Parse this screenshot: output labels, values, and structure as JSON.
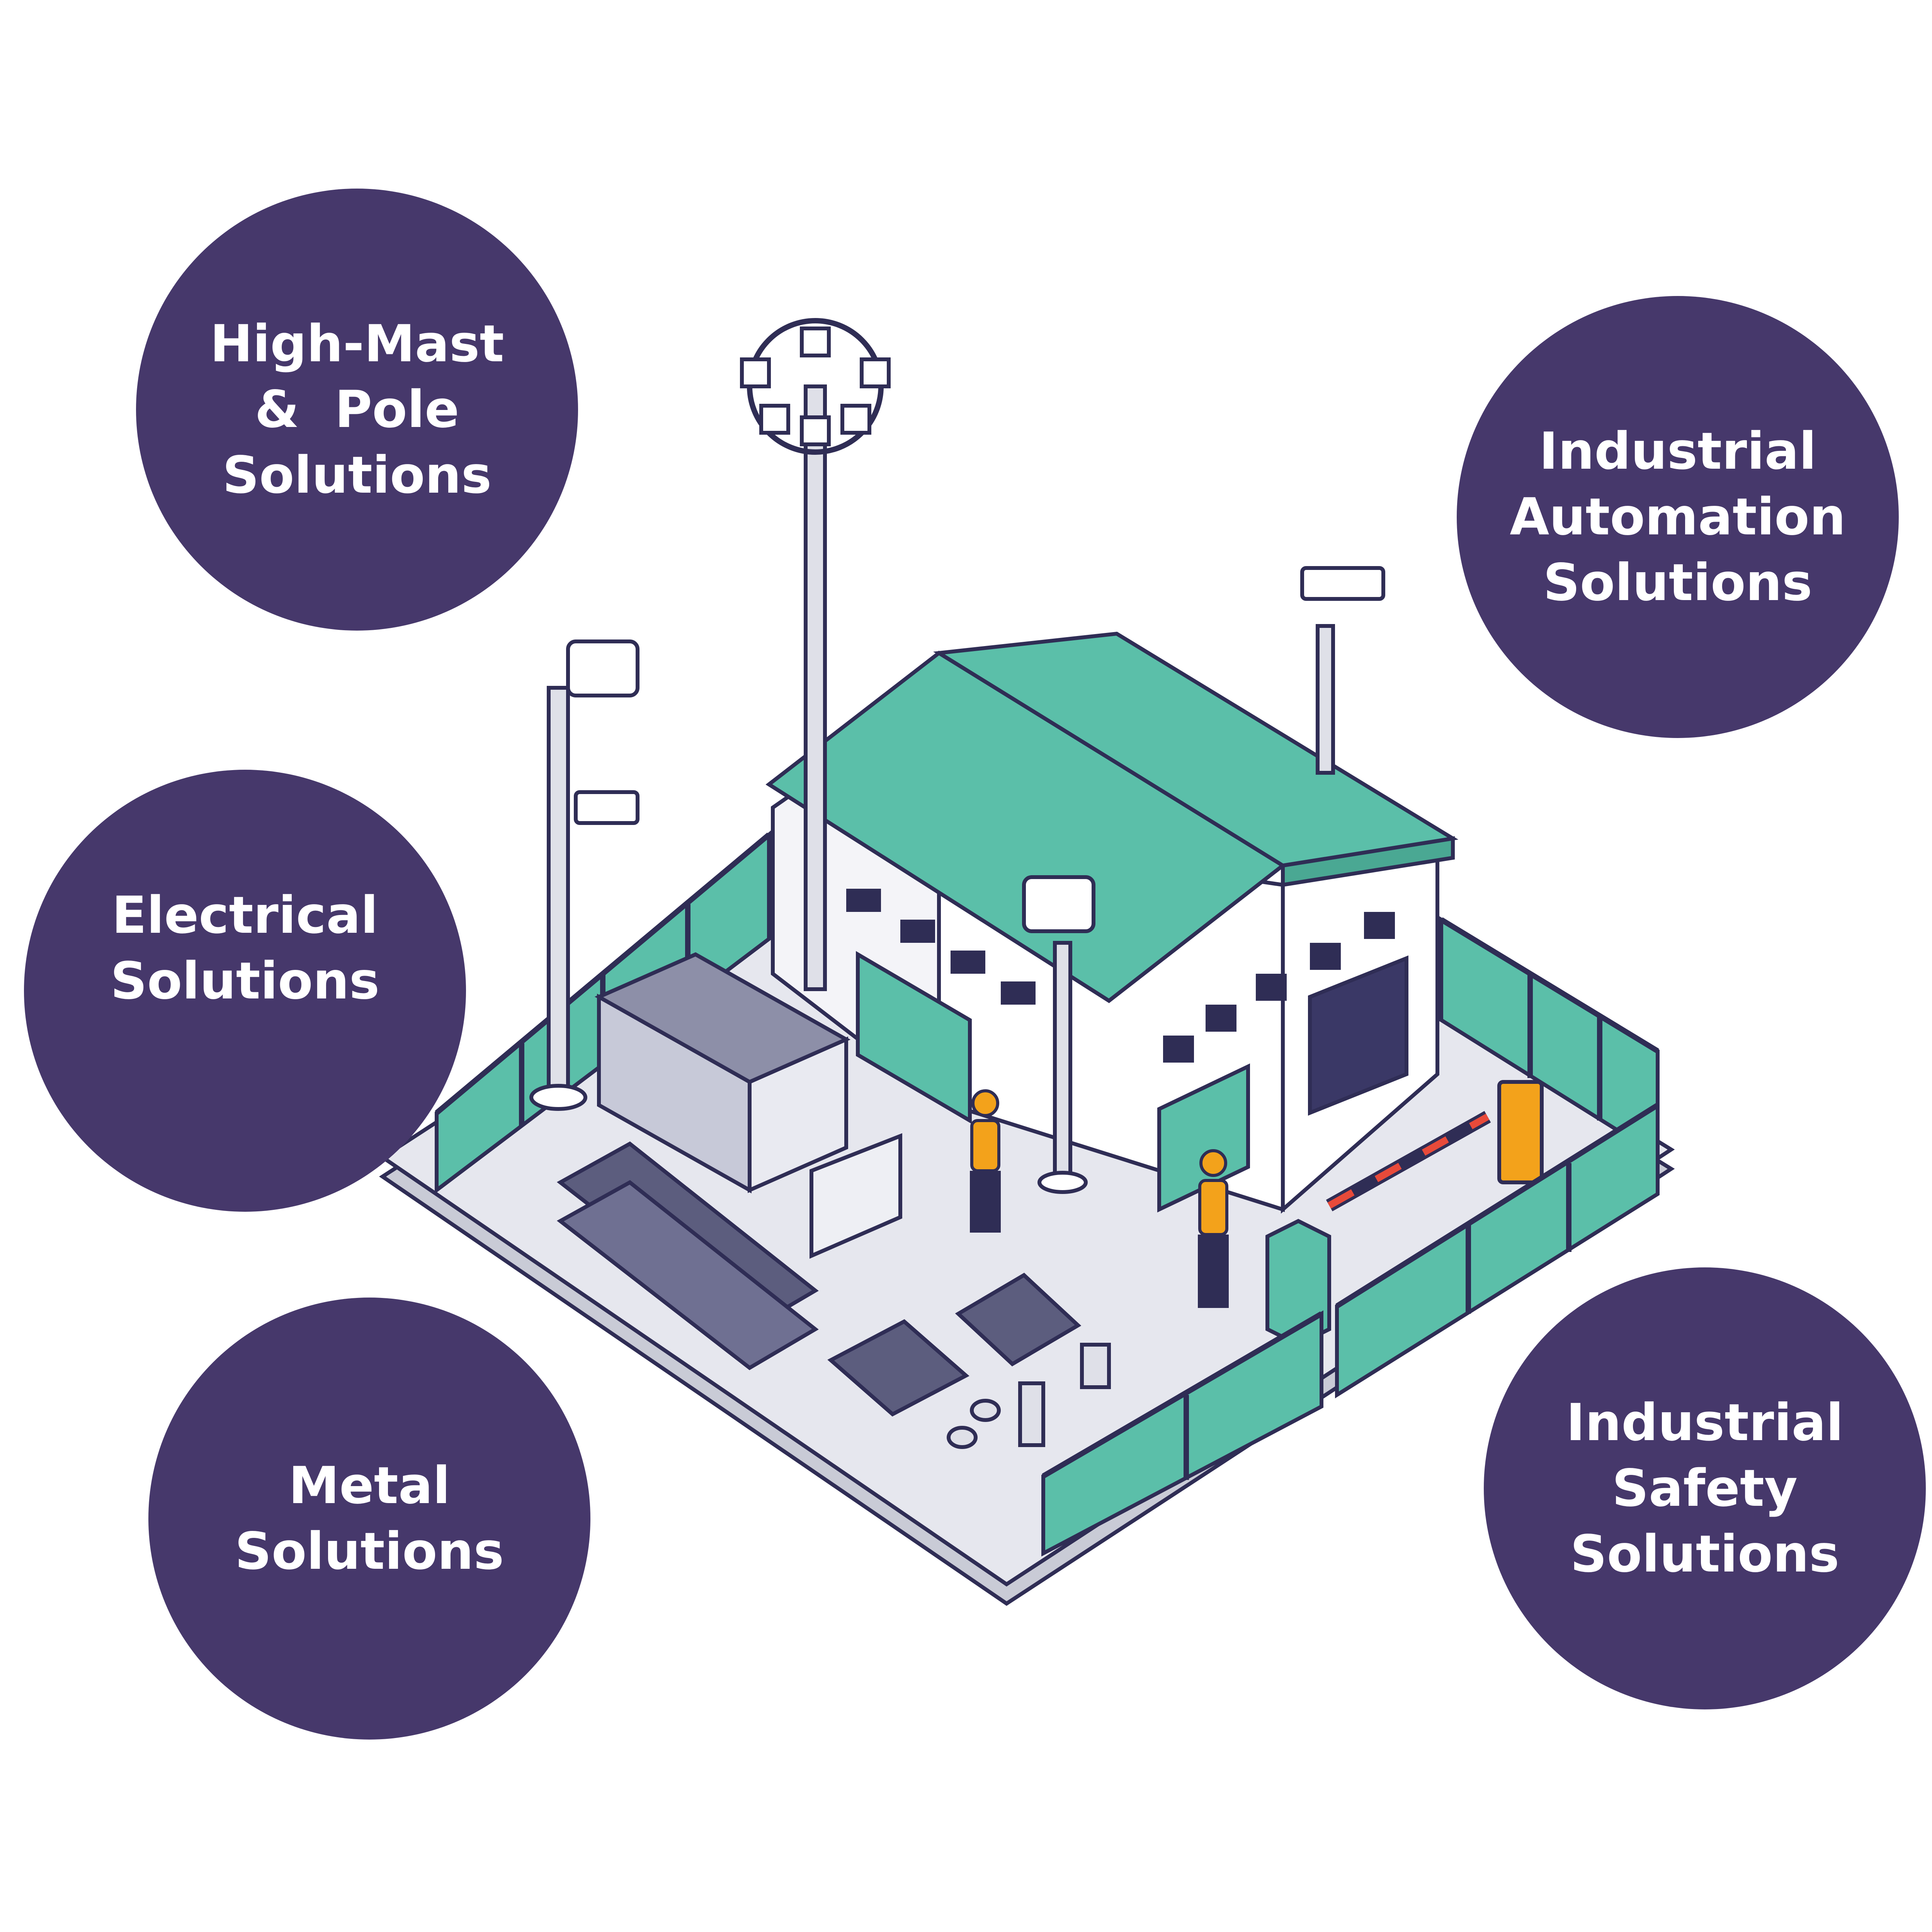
{
  "services": {
    "high_mast": {
      "lines": [
        "High-Mast",
        "&  Pole",
        "Solutions"
      ]
    },
    "industrial_automation": {
      "lines": [
        "Industrial",
        "Automation",
        "Solutions"
      ]
    },
    "electrical": {
      "lines": [
        "Electrical",
        "Solutions"
      ]
    },
    "metal": {
      "lines": [
        "Metal",
        "Solutions"
      ]
    },
    "industrial_safety": {
      "lines": [
        "Industrial",
        "Safety",
        "Solutions"
      ]
    }
  },
  "colors": {
    "bubble": "#46386b",
    "roof": "#5bbfa9",
    "outline": "#2f2d55",
    "ground": "#e6e7ee",
    "wall": "#ffffff",
    "accent_orange": "#f3a21b"
  }
}
